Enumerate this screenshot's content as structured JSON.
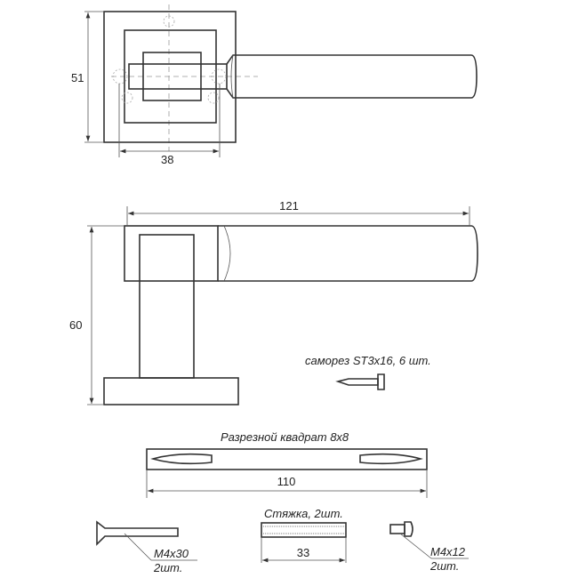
{
  "top_view": {
    "height_dim": "51",
    "hole_spacing_dim": "38"
  },
  "side_view": {
    "length_dim": "121",
    "height_dim": "60"
  },
  "screw": {
    "label": "саморез ST3x16, 6 шт."
  },
  "spindle": {
    "label": "Разрезной квадрат 8х8",
    "length_dim": "110"
  },
  "bolt_long": {
    "size": "M4x30",
    "qty": "2шт."
  },
  "coupler": {
    "label": "Стяжка, 2шт.",
    "length_dim": "33"
  },
  "bolt_short": {
    "size": "M4x12",
    "qty": "2шт."
  }
}
